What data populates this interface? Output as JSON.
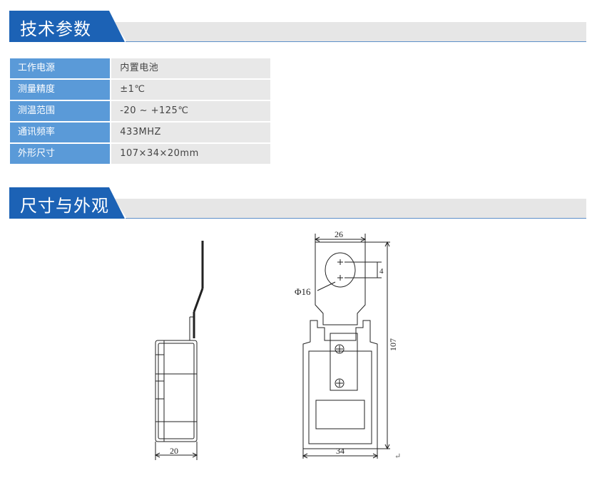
{
  "sections": {
    "specs_title": "技术参数",
    "dimensions_title": "尺寸与外观"
  },
  "specs": [
    {
      "label": "工作电源",
      "value": "内置电池"
    },
    {
      "label": "测量精度",
      "value": "±1℃"
    },
    {
      "label": "测温范围",
      "value": "-20 ~ +125℃"
    },
    {
      "label": "通讯频率",
      "value": "433MHZ"
    },
    {
      "label": "外形尺寸",
      "value": "107×34×20mm"
    }
  ],
  "drawing": {
    "side_width": "20",
    "front_top_width": "26",
    "front_hole_gap": "4",
    "front_hole_dia": "Φ16",
    "front_height": "107",
    "front_bottom_width": "34",
    "return_mark": "↵"
  },
  "colors": {
    "header_blue": "#1c62b5",
    "label_blue": "#5a9ad8",
    "value_grey": "#e8e8e8",
    "bar_grey": "#e6e6e6"
  }
}
